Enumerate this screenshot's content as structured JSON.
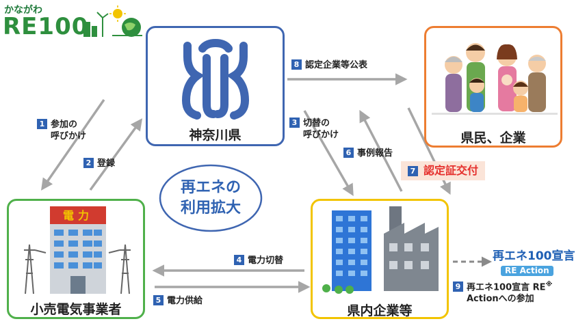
{
  "logo": {
    "kana": "かながわ",
    "main": "RE100"
  },
  "nodes": {
    "pref": {
      "label": "神奈川県"
    },
    "citizens": {
      "label": "県民、企業"
    },
    "retailer": {
      "label": "小売電気事業者",
      "sign": "電力"
    },
    "companies": {
      "label": "県内企業等"
    }
  },
  "center": {
    "line1": "再エネの",
    "line2": "利用拡大"
  },
  "steps": [
    {
      "num": "1",
      "line1": "参加の",
      "line2": "呼びかけ"
    },
    {
      "num": "2",
      "line1": "登録"
    },
    {
      "num": "3",
      "line1": "切替の",
      "line2": "呼びかけ"
    },
    {
      "num": "4",
      "line1": "電力切替"
    },
    {
      "num": "5",
      "line1": "電力供給"
    },
    {
      "num": "6",
      "line1": "事例報告"
    },
    {
      "num": "7",
      "line1": "認定証交付"
    },
    {
      "num": "8",
      "line1": "認定企業等公表"
    },
    {
      "num": "9",
      "line1": "再エネ100宣言 RE",
      "sup": "※",
      "line2": "Actionへの参加"
    }
  ],
  "re_action": {
    "line1": "再エネ100宣言",
    "line2": "RE Action"
  },
  "colors": {
    "blue": "#3f66b1",
    "orange": "#ed7d31",
    "green": "#4fb04a",
    "yellow": "#f2c400",
    "red": "#e5302d",
    "arrow": "#a6a6a6"
  }
}
